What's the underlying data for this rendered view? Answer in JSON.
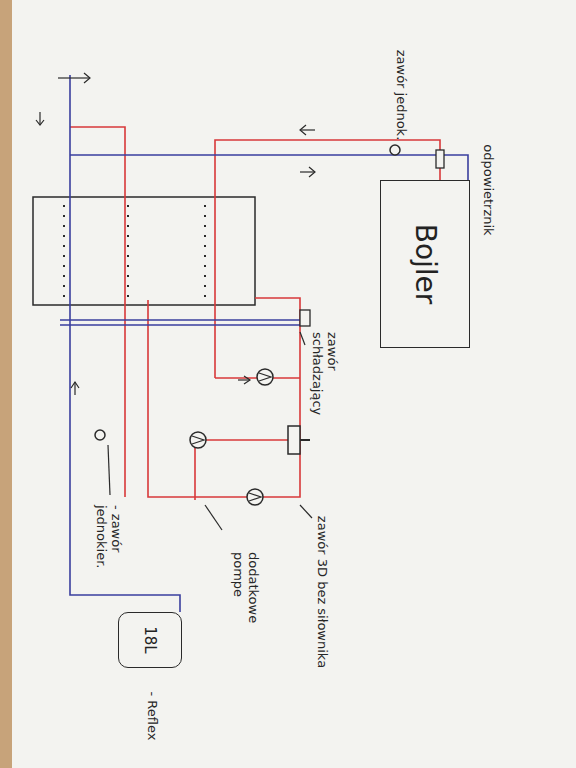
{
  "diagram": {
    "nodes": [
      {
        "text": [
          "Bojler"
        ]
      },
      {
        "text": [
          "18L"
        ]
      }
    ],
    "labels": [
      "zawór jednok.",
      "odpowietrznik",
      "zawór schładzający",
      "zawór 3D bez siłownika",
      "dodatkowe pompe",
      "- zawór jednokier.",
      "- Reflex"
    ]
  }
}
